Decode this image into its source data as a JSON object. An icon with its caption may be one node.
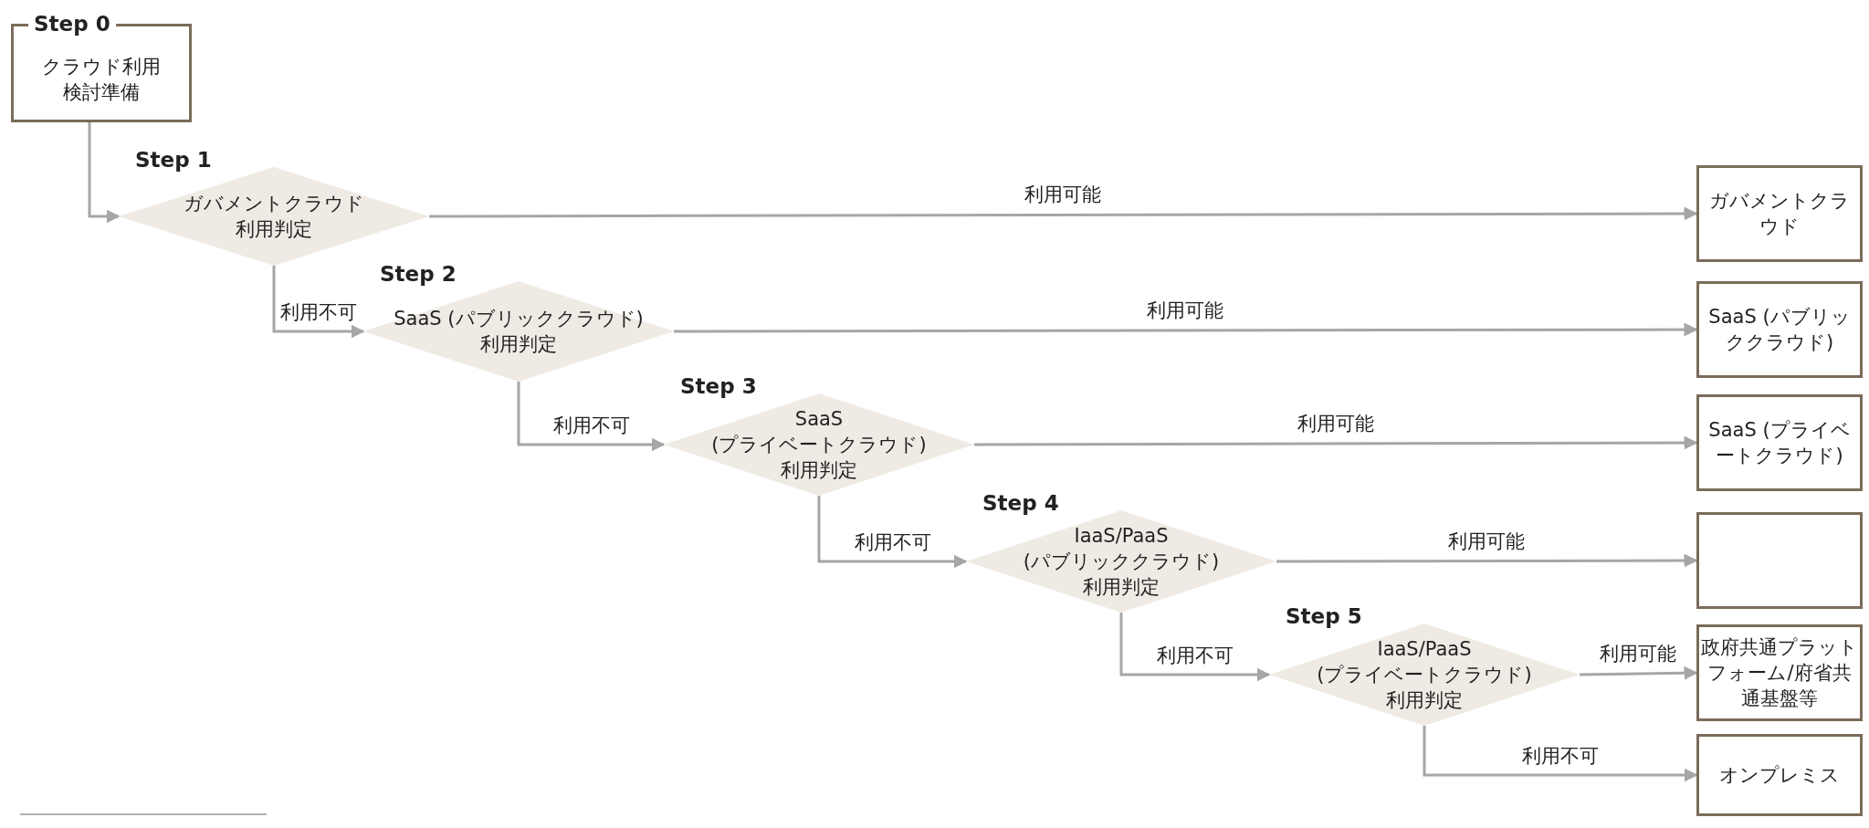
{
  "diagram": {
    "nodes": [
      {
        "text": [
          "Step 0",
          "クラウド利用検討準備"
        ]
      },
      {
        "text": [
          "Step 1",
          "ガバメントクラウド利用判定"
        ]
      },
      {
        "text": [
          "ガバメントクラウド"
        ]
      },
      {
        "text": [
          "Step 2",
          "SaaS (パブリッククラウド) 利用判定"
        ]
      },
      {
        "text": [
          "SaaS (パブリッククラウド)"
        ]
      },
      {
        "text": [
          "Step 3",
          "SaaS (プライベートクラウド) 利用判定"
        ]
      },
      {
        "text": [
          "SaaS (プライベートクラウド)"
        ]
      },
      {
        "text": [
          "Step 4",
          "IaaS/PaaS (パブリッククラウド) 利用判定"
        ]
      },
      {
        "text": [],
        "shape": "box"
      },
      {
        "text": [
          "Step 5",
          "IaaS/PaaS (プライベートクラウド) 利用判定"
        ]
      },
      {
        "text": [
          "政府共通プラットフォーム/府省共通基盤等"
        ]
      },
      {
        "text": [
          "オンプレミス"
        ]
      }
    ],
    "edges": [
      {
        "from": 0,
        "to": 1,
        "arrow": "to"
      },
      {
        "from": 1,
        "to": 2,
        "arrow": "to",
        "label": "利用可能"
      },
      {
        "from": 1,
        "to": 3,
        "arrow": "to",
        "label": "利用不可"
      },
      {
        "from": 3,
        "to": 4,
        "arrow": "to",
        "label": "利用可能"
      },
      {
        "from": 3,
        "to": 5,
        "arrow": "to",
        "label": "利用不可"
      },
      {
        "from": 5,
        "to": 6,
        "arrow": "to",
        "label": "利用可能"
      },
      {
        "from": 5,
        "to": 7,
        "arrow": "to",
        "label": "利用不可"
      },
      {
        "from": 7,
        "to": 8,
        "arrow": "to",
        "label": "利用可能"
      },
      {
        "from": 7,
        "to": 9,
        "arrow": "to",
        "label": "利用不可"
      },
      {
        "from": 9,
        "to": 10,
        "arrow": "to",
        "label": "利用可能"
      },
      {
        "from": 9,
        "to": 11,
        "arrow": "to",
        "label": "利用不可"
      }
    ]
  }
}
